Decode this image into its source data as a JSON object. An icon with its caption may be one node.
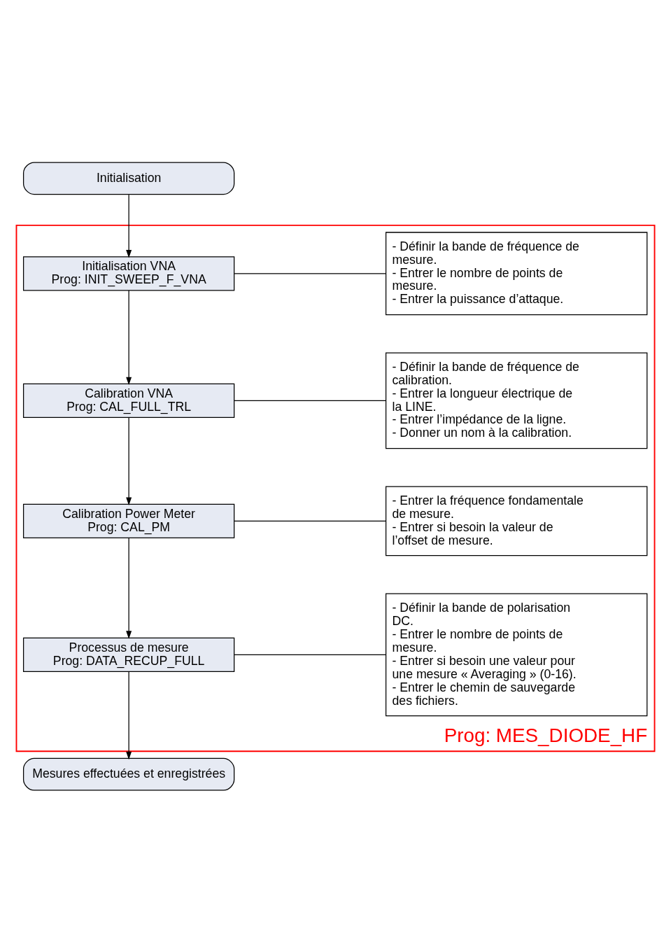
{
  "diagram": {
    "nodes": [
      {
        "text": [
          "Initialisation"
        ]
      },
      {
        "text": [
          "Prog: MES_DIODE_HF"
        ]
      },
      {
        "text": [
          "Initialisation VNA",
          "Prog: INIT_SWEEP_F_VNA"
        ],
        "in": 1
      },
      {
        "text": [
          "- Définir la bande de fréquence de mesure.",
          "- Entrer le nombre de points de mesure.",
          "- Entrer la puissance d’attaque."
        ],
        "in": 1
      },
      {
        "text": [
          "Calibration VNA",
          "Prog: CAL_FULL_TRL"
        ],
        "in": 1
      },
      {
        "text": [
          "- Définir la bande de fréquence de calibration.",
          "- Entrer la longueur électrique de la LINE.",
          "- Entrer l’impédance de la ligne.",
          "- Donner un nom à la calibration."
        ],
        "in": 1
      },
      {
        "text": [
          "Calibration Power Meter",
          "Prog: CAL_PM"
        ],
        "in": 1
      },
      {
        "text": [
          "- Entrer la fréquence fondamentale de mesure.",
          "- Entrer si besoin la valeur de l’offset de mesure."
        ],
        "in": 1
      },
      {
        "text": [
          "Processus de mesure",
          "Prog: DATA_RECUP_FULL"
        ],
        "in": 1
      },
      {
        "text": [
          "- Définir la bande de polarisation DC.",
          "- Entrer le nombre de points de mesure.",
          "- Entrer si besoin une valeur pour une mesure « Averaging » (0-16).",
          "- Entrer le chemin de sauvegarde des fichiers."
        ],
        "in": 1
      },
      {
        "text": [
          "Mesures effectuées et enregistrées"
        ]
      }
    ],
    "edges": [
      {
        "from": 0,
        "to": 2,
        "arrow": "to"
      },
      {
        "from": 2,
        "to": 3,
        "arrow": "none"
      },
      {
        "from": 2,
        "to": 4,
        "arrow": "to"
      },
      {
        "from": 4,
        "to": 5,
        "arrow": "none"
      },
      {
        "from": 4,
        "to": 6,
        "arrow": "to"
      },
      {
        "from": 6,
        "to": 7,
        "arrow": "none"
      },
      {
        "from": 6,
        "to": 8,
        "arrow": "to"
      },
      {
        "from": 8,
        "to": 9,
        "arrow": "none"
      },
      {
        "from": 8,
        "to": 10,
        "arrow": "to"
      }
    ]
  }
}
